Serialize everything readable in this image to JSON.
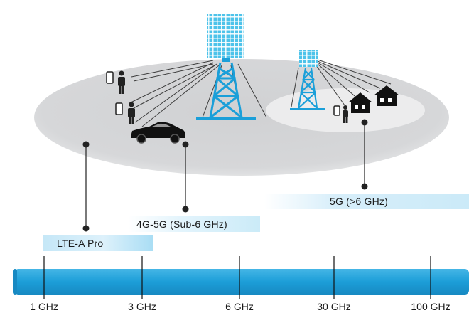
{
  "bands": {
    "lte": "LTE-A Pro",
    "sub6": "4G-5G (Sub-6 GHz)",
    "mmwave": "5G (>6 GHz)"
  },
  "axis": {
    "ticks": [
      "1 GHz",
      "3 GHz",
      "6 GHz",
      "30 GHz",
      "100 GHz"
    ]
  },
  "colors": {
    "tower": "#1a9fd9",
    "grid": "#4ec3ea",
    "spectrum_bar": "#1c9ed8",
    "coverage_area": "#d3d4d6",
    "small_cell_area": "#ececed"
  },
  "icons": [
    "macro-tower-icon",
    "small-cell-tower-icon",
    "person-icon",
    "smartphone-icon",
    "car-icon",
    "house-icon"
  ]
}
